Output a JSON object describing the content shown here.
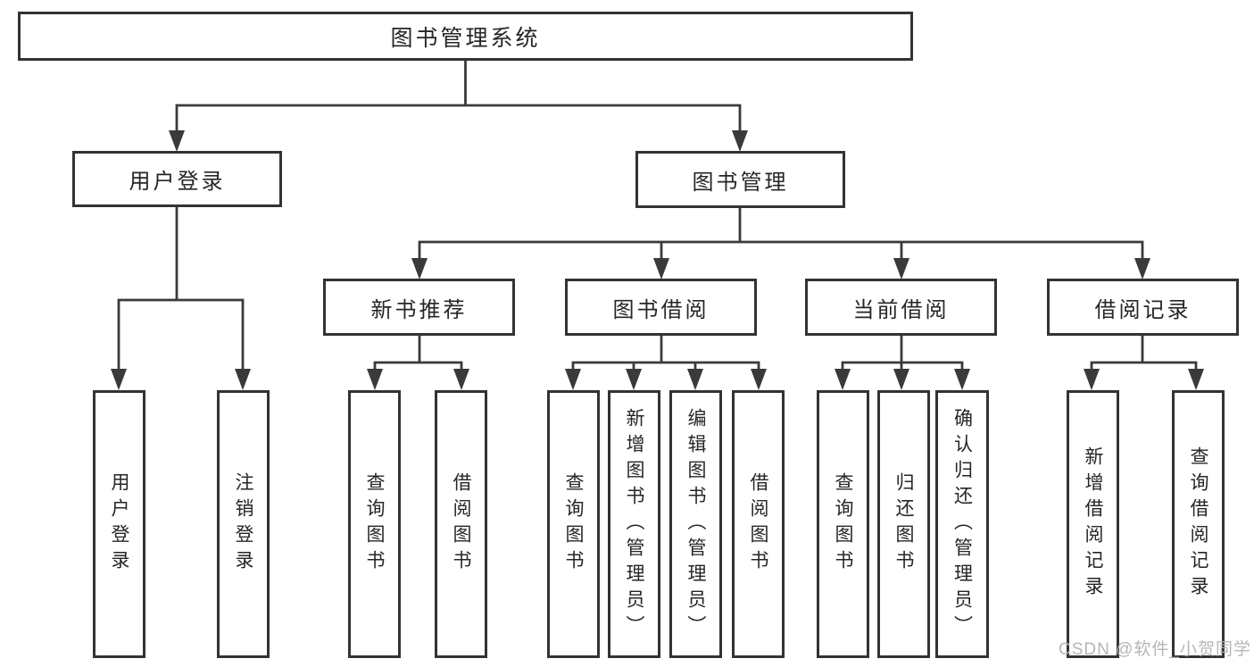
{
  "tree": {
    "root": {
      "label": "图书管理系统",
      "children": [
        {
          "label": "用户登录",
          "children": [
            {
              "label": "用户登录"
            },
            {
              "label": "注销登录"
            }
          ]
        },
        {
          "label": "图书管理",
          "children": [
            {
              "label": "新书推荐",
              "children": [
                {
                  "label": "查询图书"
                },
                {
                  "label": "借阅图书"
                }
              ]
            },
            {
              "label": "图书借阅",
              "children": [
                {
                  "label": "查询图书"
                },
                {
                  "label": "新增图书（管理员）"
                },
                {
                  "label": "编辑图书（管理员）"
                },
                {
                  "label": "借阅图书"
                }
              ]
            },
            {
              "label": "当前借阅",
              "children": [
                {
                  "label": "查询图书"
                },
                {
                  "label": "归还图书"
                },
                {
                  "label": "确认归还（管理员）"
                }
              ]
            },
            {
              "label": "借阅记录",
              "children": [
                {
                  "label": "新增借阅记录"
                },
                {
                  "label": "查询借阅记录"
                }
              ]
            }
          ]
        }
      ]
    }
  },
  "watermark": {
    "text": "CSDN @软件_小贺同学"
  },
  "colors": {
    "line": "#3a3a3a",
    "box_border": "#333333",
    "text": "#262626",
    "background": "#ffffff",
    "watermark": "#b2b2b2"
  }
}
